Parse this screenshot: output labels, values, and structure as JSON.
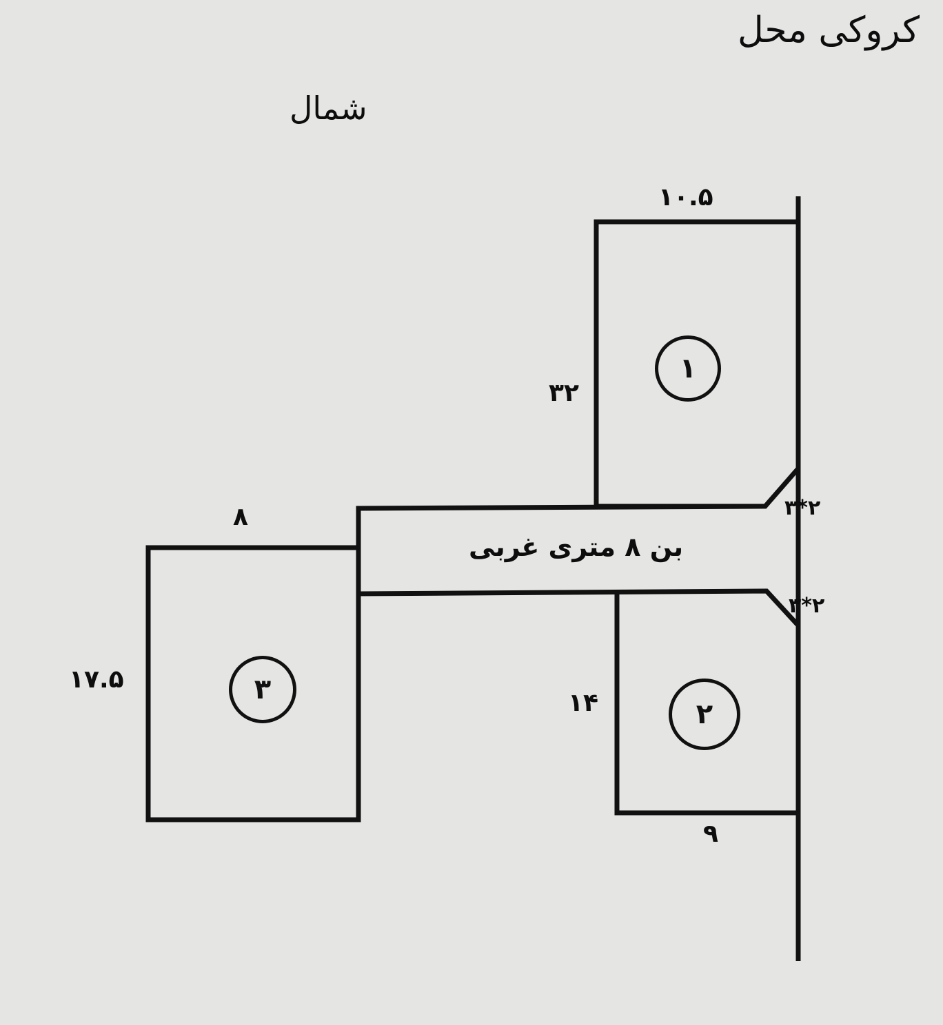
{
  "title": "کروکی محل",
  "north_label": "شمال",
  "street_label": "بن ۸ متری غربی",
  "plots": [
    {
      "number": "۱",
      "top_dim": "۱۰.۵",
      "side_dim": "۳۲",
      "corner_dim": "۳*۲"
    },
    {
      "number": "۲",
      "bottom_dim": "۹",
      "side_dim": "۱۴",
      "corner_dim": "۳*۲"
    },
    {
      "number": "۳",
      "top_dim": "۸",
      "side_dim": "۱۷.۵"
    }
  ]
}
